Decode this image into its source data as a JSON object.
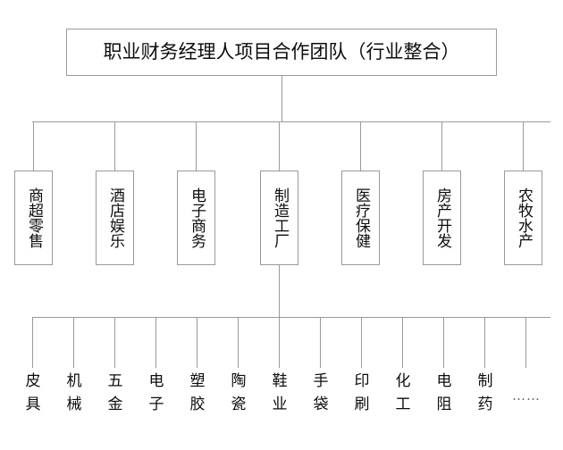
{
  "diagram": {
    "type": "organization-chart",
    "orientation": "top-down",
    "line_color": "#9a9a9a",
    "text_color": "#0d0d0d",
    "background": "#ffffff",
    "root": {
      "label": "职业财务经理人项目合作团队（行业整合）"
    },
    "level2": {
      "items": [
        {
          "label": "商超零售"
        },
        {
          "label": "酒店娱乐"
        },
        {
          "label": "电子商务"
        },
        {
          "label": "制造工厂"
        },
        {
          "label": "医疗保健"
        },
        {
          "label": "房产开发"
        },
        {
          "label": "农牧水产"
        }
      ]
    },
    "level3": {
      "parent": "制造工厂",
      "items": [
        {
          "label": "皮具"
        },
        {
          "label": "机械"
        },
        {
          "label": "五金"
        },
        {
          "label": "电子"
        },
        {
          "label": "塑胶"
        },
        {
          "label": "陶瓷"
        },
        {
          "label": "鞋业"
        },
        {
          "label": "手袋"
        },
        {
          "label": "印刷"
        },
        {
          "label": "化工"
        },
        {
          "label": "电阻"
        },
        {
          "label": "制药"
        },
        {
          "label": "……"
        }
      ]
    }
  }
}
